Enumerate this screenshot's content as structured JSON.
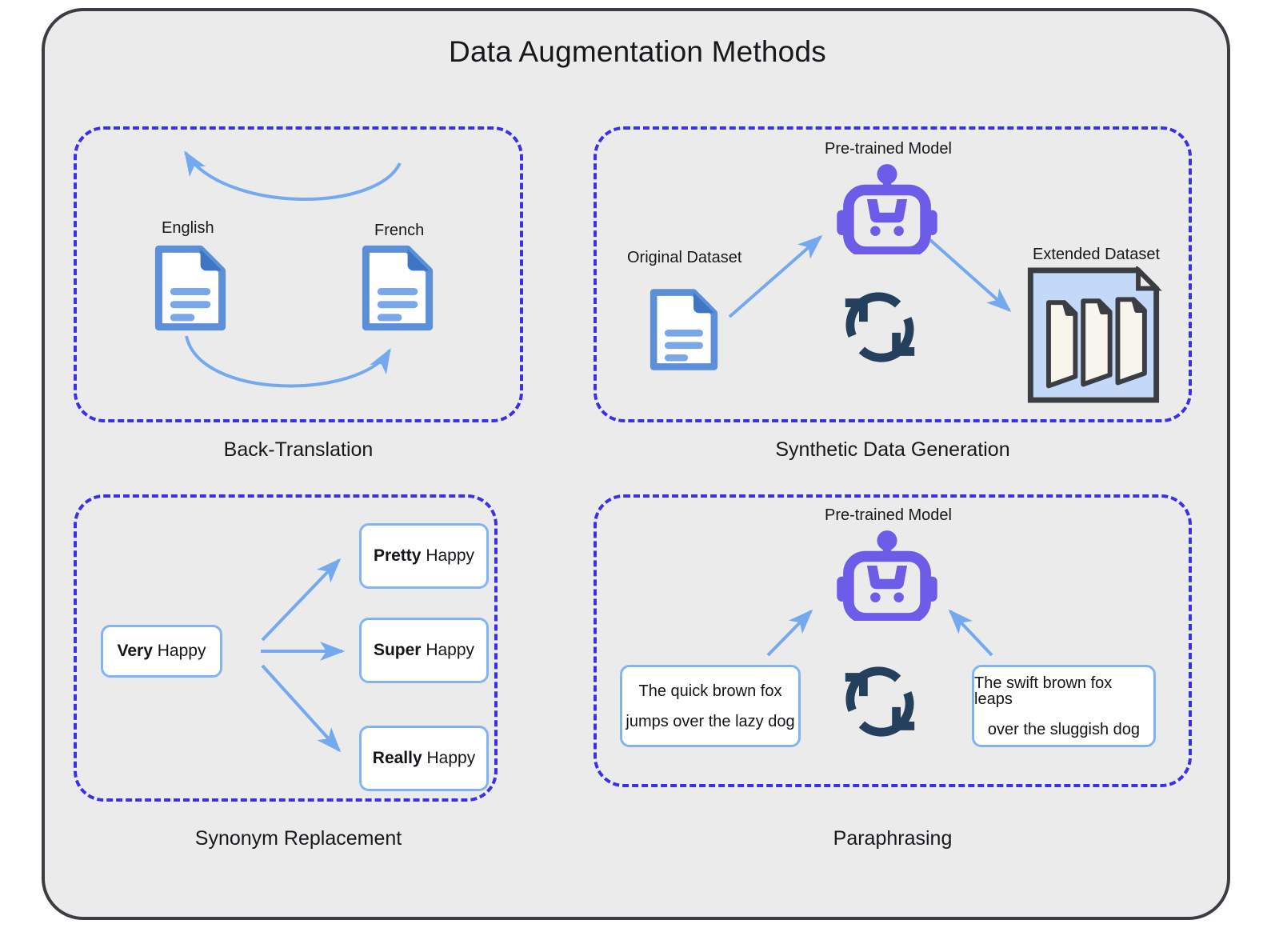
{
  "title": "Data Augmentation Methods",
  "colors": {
    "page_background": "#ffffff",
    "card_background": "#ebebeb",
    "card_border": "#3b3d42",
    "panel_dashed_border": "#3b2fe8",
    "arrow_blue": "#74a9ef",
    "robot_purple": "#6c5ce7",
    "refresh_navy": "#25405c",
    "doc_outline_blue": "#5b8fd9",
    "doc_fold_blue": "#3f76c4",
    "doc_line_blue": "#7aa7e8",
    "dataset_fill_blue": "#c3d9f7",
    "dataset_border": "#3b3d42",
    "dataset_sheet_fill": "#f8f5ec",
    "textbox_border": "#82b4f5",
    "text_color": "#16181c"
  },
  "panels": [
    {
      "id": "back-translation",
      "caption": "Back-Translation",
      "labels": [
        {
          "name": "english-label",
          "text": "English"
        },
        {
          "name": "french-label",
          "text": "French"
        }
      ],
      "icons": [
        "document-icon",
        "document-icon"
      ],
      "arrows": [
        "curved-arrow-french-to-english",
        "curved-arrow-english-to-french"
      ]
    },
    {
      "id": "synthetic-data-generation",
      "caption": "Synthetic Data Generation",
      "labels": [
        {
          "name": "pretrained-model-label",
          "text": "Pre-trained Model"
        },
        {
          "name": "original-dataset-label",
          "text": "Original Dataset"
        },
        {
          "name": "extended-dataset-label",
          "text": "Extended Dataset"
        }
      ],
      "icons": [
        "robot-icon",
        "document-icon",
        "refresh-icon",
        "dataset-stack-icon"
      ],
      "arrows": [
        "arrow-dataset-to-model",
        "arrow-model-to-extended"
      ]
    },
    {
      "id": "synonym-replacement",
      "caption": "Synonym Replacement",
      "source": {
        "bold": "Very",
        "rest": "Happy"
      },
      "targets": [
        {
          "bold": "Pretty",
          "rest": "Happy"
        },
        {
          "bold": "Super",
          "rest": "Happy"
        },
        {
          "bold": "Really",
          "rest": "Happy"
        }
      ],
      "arrows": [
        "arrow-to-pretty",
        "arrow-to-super",
        "arrow-to-really"
      ]
    },
    {
      "id": "paraphrasing",
      "caption": "Paraphrasing",
      "labels": [
        {
          "name": "pretrained-model-label",
          "text": "Pre-trained Model"
        }
      ],
      "source_sentence": {
        "line1": "The quick brown fox",
        "line2": "jumps over the lazy dog"
      },
      "target_sentence": {
        "line1": "The swift brown fox leaps",
        "line2": "over the sluggish dog"
      },
      "icons": [
        "robot-icon",
        "refresh-icon"
      ],
      "arrows": [
        "arrow-source-to-model",
        "arrow-target-to-model"
      ]
    }
  ]
}
